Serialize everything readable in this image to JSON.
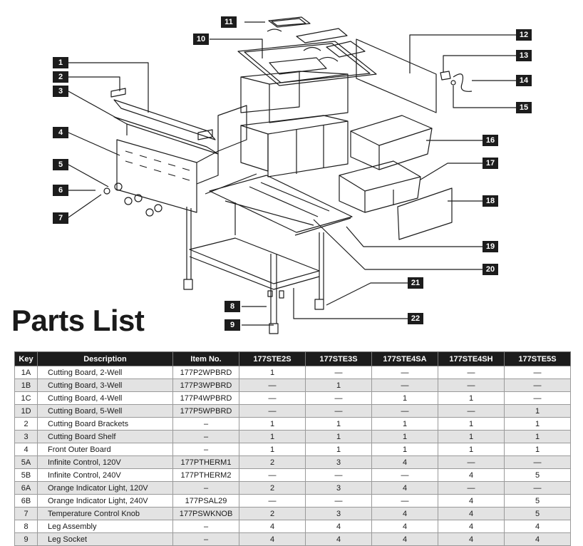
{
  "title": "Parts List",
  "callouts": [
    "1",
    "2",
    "3",
    "4",
    "5",
    "6",
    "7",
    "8",
    "9",
    "10",
    "11",
    "12",
    "13",
    "14",
    "15",
    "16",
    "17",
    "18",
    "19",
    "20",
    "21",
    "22"
  ],
  "table": {
    "headers": [
      "Key",
      "Description",
      "Item No.",
      "177STE2S",
      "177STE3S",
      "177STE4SA",
      "177STE4SH",
      "177STE5S"
    ],
    "rows": [
      [
        "1A",
        "Cutting Board, 2-Well",
        "177P2WPBRD",
        "1",
        "—",
        "—",
        "—",
        "—"
      ],
      [
        "1B",
        "Cutting Board, 3-Well",
        "177P3WPBRD",
        "—",
        "1",
        "—",
        "—",
        "—"
      ],
      [
        "1C",
        "Cutting Board, 4-Well",
        "177P4WPBRD",
        "—",
        "—",
        "1",
        "1",
        "—"
      ],
      [
        "1D",
        "Cutting Board, 5-Well",
        "177P5WPBRD",
        "—",
        "—",
        "—",
        "—",
        "1"
      ],
      [
        "2",
        "Cutting Board Brackets",
        "–",
        "1",
        "1",
        "1",
        "1",
        "1"
      ],
      [
        "3",
        "Cutting Board Shelf",
        "–",
        "1",
        "1",
        "1",
        "1",
        "1"
      ],
      [
        "4",
        "Front Outer Board",
        "–",
        "1",
        "1",
        "1",
        "1",
        "1"
      ],
      [
        "5A",
        "Infinite Control, 120V",
        "177PTHERM1",
        "2",
        "3",
        "4",
        "—",
        "—"
      ],
      [
        "5B",
        "Infinite Control, 240V",
        "177PTHERM2",
        "—",
        "—",
        "—",
        "4",
        "5"
      ],
      [
        "6A",
        "Orange Indicator Light, 120V",
        "–",
        "2",
        "3",
        "4",
        "—",
        "—"
      ],
      [
        "6B",
        "Orange Indicator Light, 240V",
        "177PSAL29",
        "—",
        "—",
        "—",
        "4",
        "5"
      ],
      [
        "7",
        "Temperature Control Knob",
        "177PSWKNOB",
        "2",
        "3",
        "4",
        "4",
        "5"
      ],
      [
        "8",
        "Leg Assembly",
        "–",
        "4",
        "4",
        "4",
        "4",
        "4"
      ],
      [
        "9",
        "Leg Socket",
        "–",
        "4",
        "4",
        "4",
        "4",
        "4"
      ]
    ]
  }
}
